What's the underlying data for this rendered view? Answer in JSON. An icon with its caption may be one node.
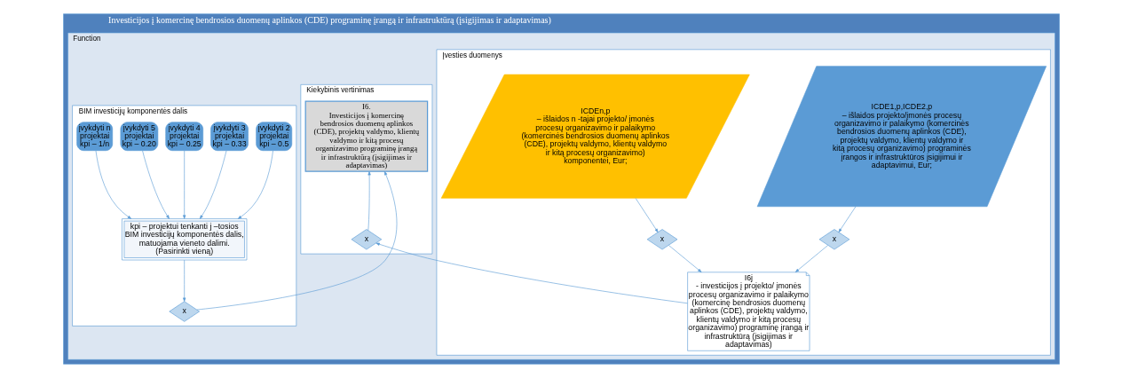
{
  "diagram": {
    "nodes": [
      {
        "text": [
          "Investicijos į komercinę bendrosios duomenų aplinkos (CDE) programinę įrangą ir infrastruktūrą (įsigijimas ir adaptavimas)"
        ]
      },
      {
        "text": [
          "Function"
        ],
        "in": 0
      },
      {
        "text": [
          "Įvesties duomenys"
        ],
        "in": 1
      },
      {
        "text": [
          "Kiekybinis vertinimas"
        ],
        "in": 1
      },
      {
        "text": [
          "BIM investicijų komponentės dalis"
        ],
        "in": 1
      },
      {
        "text": [
          "ICDE1,p,ICDE2,p",
          "– išlaidos projekto/įmonės procesų organizavimo ir palaikymo (komercinės bendrosios duomenų aplinkos (CDE), projektų valdymo, klientų valdymo ir kitą procesų organizavimo) programinės įrangos ir infrastruktūros įsigijimui ir adaptavimui, Eur;"
        ],
        "in": 2
      },
      {
        "text": [
          "ICDEn,p",
          "– išlaidos n -tajai projekto/ įmonės procesų organizavimo ir palaikymo (komercinės bendrosios duomenų aplinkos (CDE), projektų valdymo, klientų valdymo ir kitą procesų organizavimo) komponentei, Eur;"
        ],
        "in": 2
      },
      {
        "text": [
          "x"
        ],
        "in": 2
      },
      {
        "text": [
          "x"
        ],
        "in": 2
      },
      {
        "text": [
          "I6j",
          "- investicijos į projekto/ įmonės procesų organizavimo ir palaikymo (komercinę bendrosios duomenų aplinkos (CDE), projektų valdymo, klientų valdymo ir kitą procesų organizavimo) programinę įrangą ir infrastruktūrą (įsigijimas ir adaptavimas)"
        ],
        "in": 2
      },
      {
        "text": [
          "I6.",
          "Investicijos į komercinę bendrosios duomenų aplinkos (CDE), projektų valdymo, klientų valdymo ir kitą procesų organizavimo programinę įrangą ir infrastruktūrą (įsigijimas ir adaptavimas)"
        ],
        "in": 3
      },
      {
        "text": [
          "x"
        ],
        "in": 3
      },
      {
        "text": [
          "įvykdyti 2 projektai kpi – 0.5"
        ],
        "in": 4
      },
      {
        "text": [
          "įvykdyti 3 projektai kpi – 0.33"
        ],
        "in": 4
      },
      {
        "text": [
          "įvykdyti 4 projektai kpi – 0.25"
        ],
        "in": 4
      },
      {
        "text": [
          "įvykdyti 5 projektai kpi – 0.20"
        ],
        "in": 4
      },
      {
        "text": [
          "įvykdyti n projektai kpi – 1/n"
        ],
        "in": 4
      },
      {
        "text": [
          "kpi – projektui tenkanti j –tosios BIM investicijų komponentės dalis, matuojama vieneto dalimi. (Pasirinkti vieną)"
        ],
        "in": 4
      },
      {
        "text": [
          "x"
        ],
        "in": 4
      }
    ],
    "edges": [
      {
        "from": 5,
        "to": 7,
        "arrow": "to"
      },
      {
        "from": 7,
        "to": 9,
        "arrow": "to"
      },
      {
        "from": 6,
        "to": 8,
        "arrow": "to"
      },
      {
        "from": 8,
        "to": 9,
        "arrow": "to"
      },
      {
        "from": 9,
        "to": 11,
        "arrow": "to"
      },
      {
        "from": 11,
        "to": 10,
        "arrow": "to"
      },
      {
        "from": 12,
        "to": 17,
        "arrow": "to"
      },
      {
        "from": 13,
        "to": 17,
        "arrow": "to"
      },
      {
        "from": 14,
        "to": 17,
        "arrow": "to"
      },
      {
        "from": 15,
        "to": 17,
        "arrow": "to"
      },
      {
        "from": 16,
        "to": 17,
        "arrow": "to"
      },
      {
        "from": 17,
        "to": 18,
        "arrow": "to"
      },
      {
        "from": 18,
        "to": 10,
        "arrow": "to"
      }
    ]
  }
}
